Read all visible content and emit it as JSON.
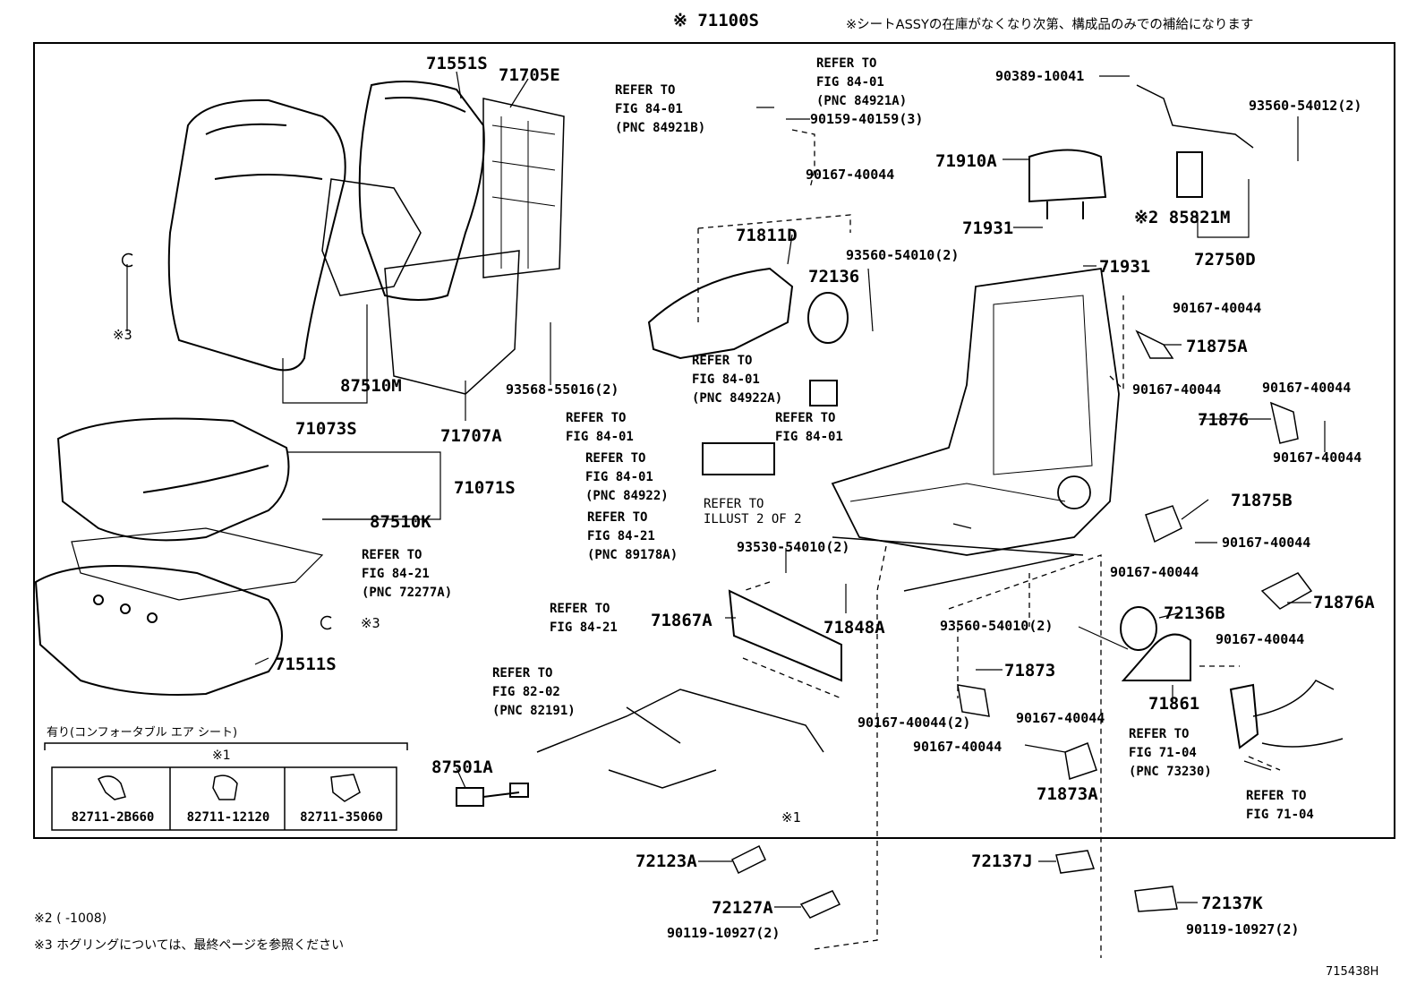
{
  "header": {
    "assembly_code": "※ 71100S",
    "stock_note": "※シートASSYの在庫がなくなり次第、構成品のみでの補給になります"
  },
  "parts": {
    "p71551S": "71551S",
    "p71705E": "71705E",
    "p71073S": "71073S",
    "p87510M": "87510M",
    "p71707A": "71707A",
    "p93568": "93568-55016(2)",
    "p71071S": "71071S",
    "p87510K": "87510K",
    "p71511S": "71511S",
    "p90389": "90389-10041",
    "p93560_54012": "93560-54012(2)",
    "p90159": "90159-40159(3)",
    "p90167_top": "90167-40044",
    "p71910A": "71910A",
    "p71931a": "71931",
    "p71931b": "71931",
    "p85821M": "※2 85821M",
    "p72750D": "72750D",
    "p71811D": "71811D",
    "p93560_54010a": "93560-54010(2)",
    "p72136": "72136",
    "p90167_r1": "90167-40044",
    "p71875A": "71875A",
    "p90167_r2": "90167-40044",
    "p90167_r3": "90167-40044",
    "p71876": "71876",
    "p90167_r4": "90167-40044",
    "p71875B": "71875B",
    "p90167_r5": "90167-40044",
    "p90167_r6": "90167-40044",
    "p71876A": "71876A",
    "p93530": "93530-54010(2)",
    "p71867A": "71867A",
    "p71848A": "71848A",
    "p93560_54010b": "93560-54010(2)",
    "p72136B": "72136B",
    "p90167_r7": "90167-40044",
    "p71873": "71873",
    "p71861": "71861",
    "p90167_b1": "90167-40044(2)",
    "p90167_b2": "90167-40044",
    "p90167_b3": "90167-40044",
    "p71873A": "71873A",
    "p87501A": "87501A",
    "p72123A": "72123A",
    "p72137J": "72137J",
    "p72127A": "72127A",
    "p72137K": "72137K",
    "p90119a": "90119-10927(2)",
    "p90119b": "90119-10927(2)",
    "refMark3a": "※3",
    "refMark3b": "※3",
    "refMark1": "※1"
  },
  "refs": {
    "r1": [
      "REFER TO",
      "FIG 84-01",
      "(PNC 84921B)"
    ],
    "r2": [
      "REFER TO",
      "FIG 84-01",
      "(PNC 84921A)"
    ],
    "r3": [
      "REFER TO",
      "FIG 84-01",
      "(PNC 84922A)"
    ],
    "r4": [
      "REFER TO",
      "FIG 84-01"
    ],
    "r5": [
      "REFER TO",
      "FIG 84-01"
    ],
    "r6": [
      "REFER TO",
      "FIG 84-01",
      "(PNC 84922)"
    ],
    "r7": [
      "REFER TO",
      "ILLUST 2 OF 2"
    ],
    "r8": [
      "REFER TO",
      "FIG 84-21",
      "(PNC 89178A)"
    ],
    "r9": [
      "REFER TO",
      "FIG 84-21",
      "(PNC 72277A)"
    ],
    "r10": [
      "REFER TO",
      "FIG 84-21"
    ],
    "r11": [
      "REFER TO",
      "FIG 82-02",
      "(PNC 82191)"
    ],
    "r12": [
      "REFER TO",
      "FIG 71-04",
      "(PNC 73230)"
    ],
    "r13": [
      "REFER TO",
      "FIG 71-04"
    ]
  },
  "option_box": {
    "title": "有り(コンフォータブル エア シート)",
    "mark": "※1",
    "clips": [
      "82711-2B660",
      "82711-12120",
      "82711-35060"
    ]
  },
  "footnotes": {
    "n2": "※2 (     -1008)",
    "n3": "※3  ホグリングについては、最終ページを参照ください"
  },
  "illustration_id": "715438H"
}
